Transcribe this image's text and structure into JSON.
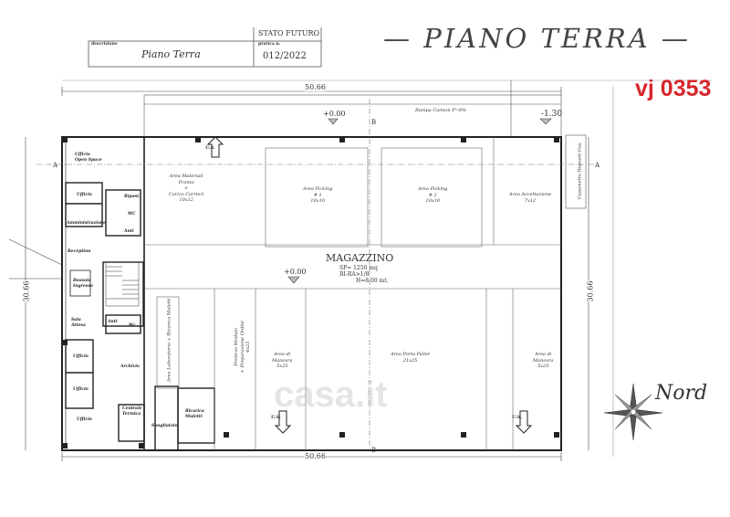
{
  "title_block": {
    "status": "STATO FUTURO",
    "description_label": "descrizione",
    "description_value": "Piano Terra",
    "file_label": "pratica n.",
    "file_value": "012/2022"
  },
  "heading": "— PIANO TERRA —",
  "code": "vj 0353",
  "code_color": "#d7262b",
  "dimensions": {
    "width": "50.66",
    "depth": "30.66"
  },
  "levels": {
    "ground": "+0.00",
    "ramp": "-1.30"
  },
  "section_marks": {
    "a": "A",
    "b": "B"
  },
  "ramp_label": "Rampa Camion P=8%",
  "right_strip": "Cassonetto Depositi Gas",
  "warehouse": {
    "name": "MAGAZZINO",
    "surface": "SP= 1250 mq",
    "ratio": "RI-RA>1/8",
    "height": "H=8.00 mt."
  },
  "areas": {
    "materiali": [
      "Area Materiali",
      "Pronto",
      "e",
      "Carico Corrieri",
      "10x12"
    ],
    "picking1": [
      "Area Picking",
      "# 1",
      "10x10"
    ],
    "picking2": [
      "Area Picking",
      "# 2",
      "10x10"
    ],
    "accettazione": [
      "Area Accettazione",
      "7x12"
    ],
    "laboratorio": "Area Laboratorio + Ricarica Muletti",
    "prelievo": [
      "Prelievo Modulo",
      "+ Preparazione Ordini",
      "4x25"
    ],
    "manovra1": [
      "Area di",
      "Manovra",
      "5x25"
    ],
    "pallet": [
      "Area Porta Pallet",
      "21x25"
    ],
    "manovra2": [
      "Area di",
      "Manovra",
      "5x25"
    ]
  },
  "rooms": {
    "open_space": [
      "Ufficio",
      "Open Space"
    ],
    "ufficio1": "Ufficio",
    "ripost": "Ripost.",
    "wc": "WC",
    "amministrazione": "Amministrazione",
    "anti1": "Anti",
    "reception": "Reception",
    "bussola": [
      "Bussola",
      "Ingresso"
    ],
    "sala_attesa": [
      "Sala",
      "Attesa"
    ],
    "anti2": "Anti",
    "wc2": "Wc",
    "ufficio2": "Ufficio",
    "ufficio3": "Ufficio",
    "archivio": "Archivio",
    "ufficio4": "Ufficio",
    "centrale": [
      "Centrale",
      "Termica"
    ],
    "spogliatoio": "Spogliatoio",
    "ricarica": [
      "Ricarica",
      "Muletti"
    ]
  },
  "exit_label": "U.S.",
  "compass_label": "Nord",
  "watermark": "casa.it"
}
